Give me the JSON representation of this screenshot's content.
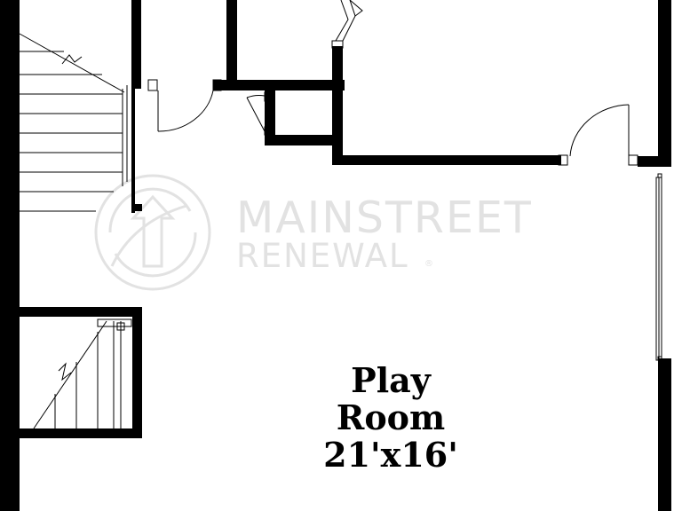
{
  "room": {
    "name_line1": "Play",
    "name_line2": "Room",
    "dimensions": "21'x16'"
  },
  "watermark": {
    "line1": "MAINSTREET",
    "line2": "RENEWAL",
    "mark": "®",
    "color": "#e2e2e2"
  },
  "colors": {
    "wall": "#000000",
    "background": "#ffffff"
  }
}
